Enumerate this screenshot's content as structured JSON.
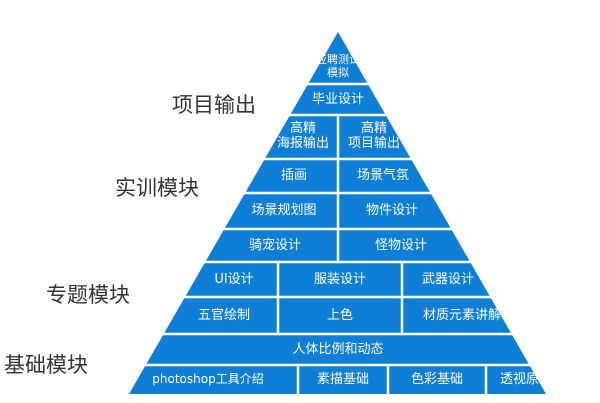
{
  "colors": {
    "block": "#0f7ed6",
    "divider": "#ffffff",
    "label_text": "#333333",
    "cell_text": "#ffffff",
    "background": "#ffffff"
  },
  "tiers": {
    "project": "项目输出",
    "training": "实训模块",
    "special": "专题模块",
    "basic": "基础模块"
  },
  "cells": {
    "apex": "应聘测试\n模拟",
    "graduation": "毕业设计",
    "poster": "高精\n海报输出",
    "project_out": "高精\n项目输出",
    "illustration": "插画",
    "atmosphere": "场景气氛",
    "scene_plan": "场景规划图",
    "props": "物件设计",
    "mount": "骑宠设计",
    "monster": "怪物设计",
    "ui": "UI设计",
    "costume": "服装设计",
    "weapon": "武器设计",
    "face": "五官绘制",
    "coloring": "上色",
    "material": "材质元素讲解",
    "anatomy": "人体比例和动态",
    "photoshop": "photoshop工具介绍",
    "sketch": "素描基础",
    "color_basics": "色彩基础",
    "perspective": "透视原理"
  }
}
